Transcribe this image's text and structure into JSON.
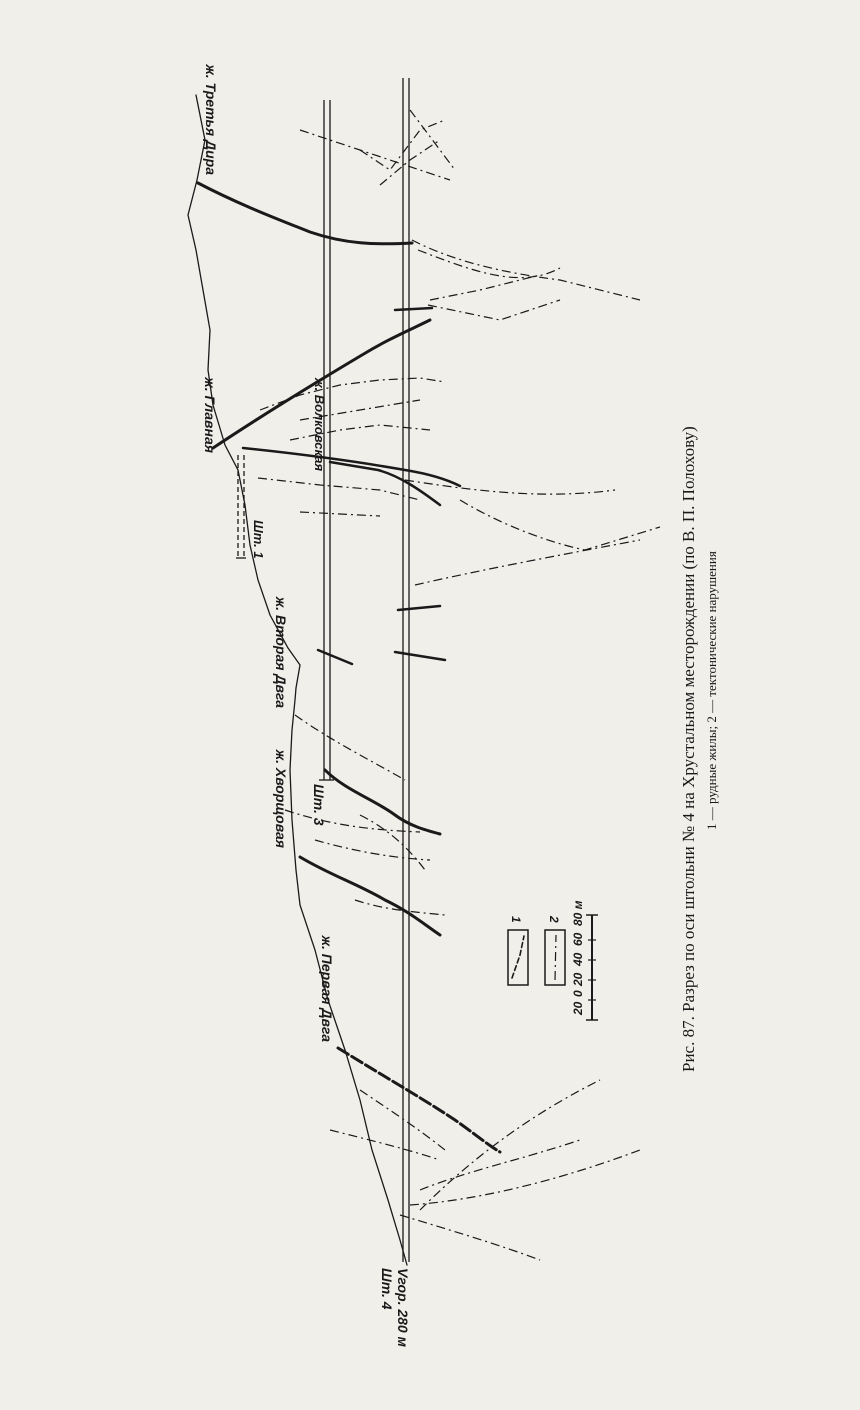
{
  "caption": {
    "title": "Рис. 87. Разрез по оси штольни № 4 на Хрустальном месторождении (по В. П. Полохову)",
    "legend_text": "1 — рудные жилы; 2 — тектонические нарушения"
  },
  "veins": {
    "tretya_dira": "ж. Третья Дира",
    "glavnaya": "ж. Главная",
    "volkovskaya": "ж. Волковская",
    "vtoraya_dvga": "ж. Вторая Двга",
    "khvoshchovaya": "ж. Хворщовая",
    "pervaya_dvga": "ж. Первая Двга"
  },
  "adits": {
    "sht1": "Шт. 1",
    "sht3": "Шт. 3",
    "sht4": "Шт. 4",
    "sht4_elevation": "Vгор. 280 м"
  },
  "legend": {
    "item1_number": "1",
    "item2_number": "2"
  },
  "scale": {
    "labels": [
      "20",
      "0",
      "20",
      "40",
      "60",
      "80 м"
    ]
  }
}
